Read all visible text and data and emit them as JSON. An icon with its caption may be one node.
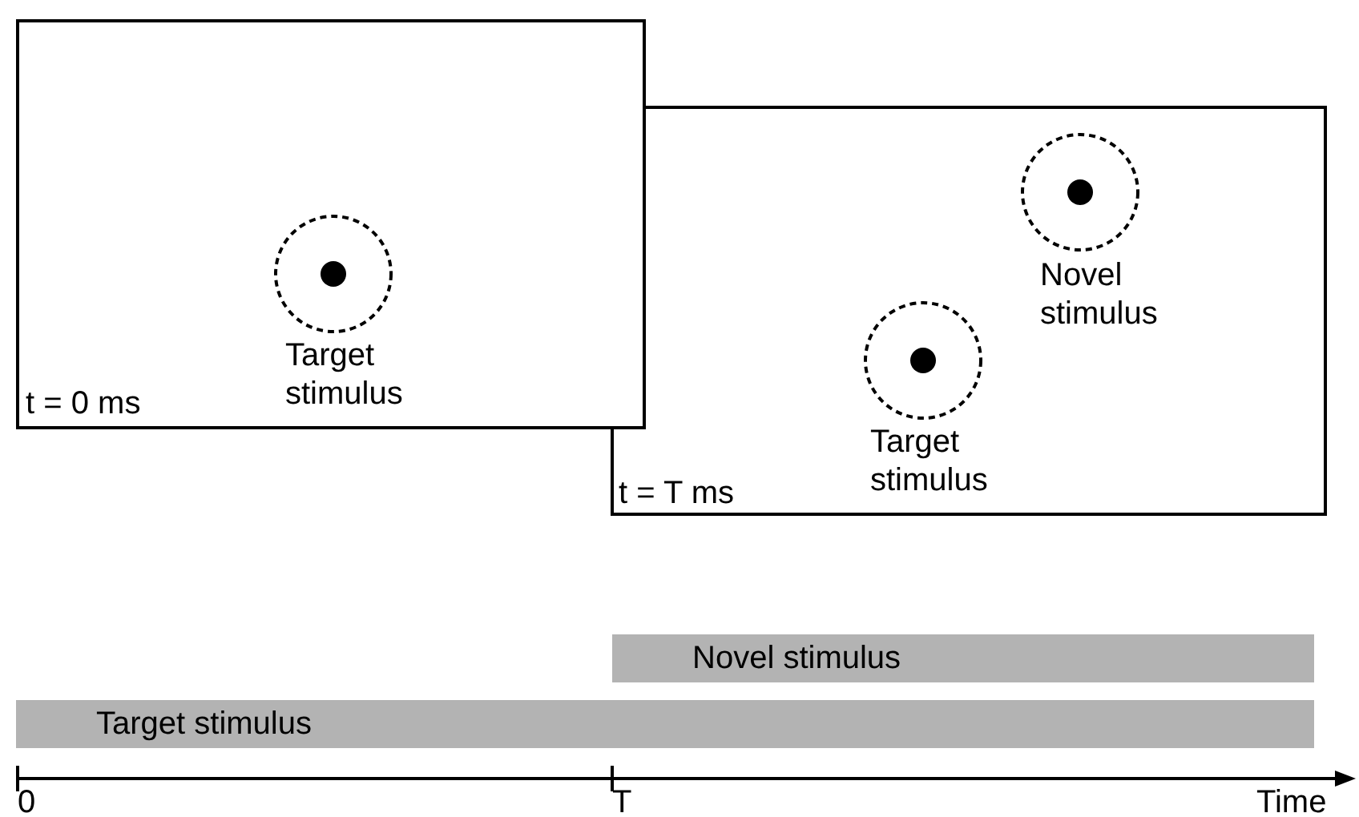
{
  "diagram": {
    "nodes": [
      {
        "text": [
          "Target stimulus",
          "t = 0 ms"
        ]
      },
      {
        "text": [
          "Novel stimulus",
          "Target stimulus",
          "t = T ms"
        ]
      },
      {
        "text": [
          "Novel stimulus"
        ]
      },
      {
        "text": [
          "Target stimulus"
        ]
      }
    ],
    "labels": [
      "0",
      "T",
      "Time"
    ]
  }
}
